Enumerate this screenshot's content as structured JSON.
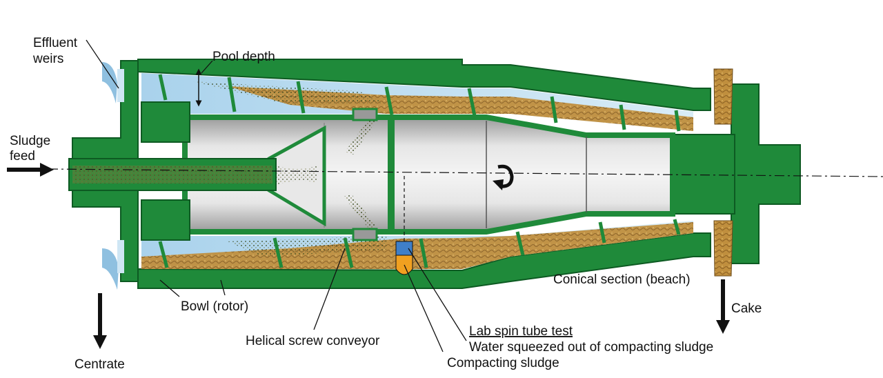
{
  "labels": {
    "effluent_weirs_line1": "Effluent",
    "effluent_weirs_line2": "weirs",
    "pool_depth": "Pool depth",
    "sludge_feed_line1": "Sludge",
    "sludge_feed_line2": "feed",
    "bowl": "Bowl (rotor)",
    "conical_section": "Conical section (beach)",
    "cake": "Cake",
    "centrate": "Centrate",
    "helical_screw": "Helical screw conveyor",
    "lab_spin_tube": "Lab spin tube test",
    "water_squeezed": "Water squeezed out of compacting sludge",
    "compacting_sludge": "Compacting sludge"
  },
  "colors": {
    "casing_green": "#1f8a3a",
    "casing_dark": "#0d5a22",
    "sludge_brown": "#b98a3c",
    "water_blue": "#8fc0e0",
    "interior_grey": "#d8d8d8",
    "tube_blue": "#3f7fc8",
    "tube_orange": "#f0a020"
  },
  "icons": {
    "rotation": "rotation-arrow-icon"
  }
}
